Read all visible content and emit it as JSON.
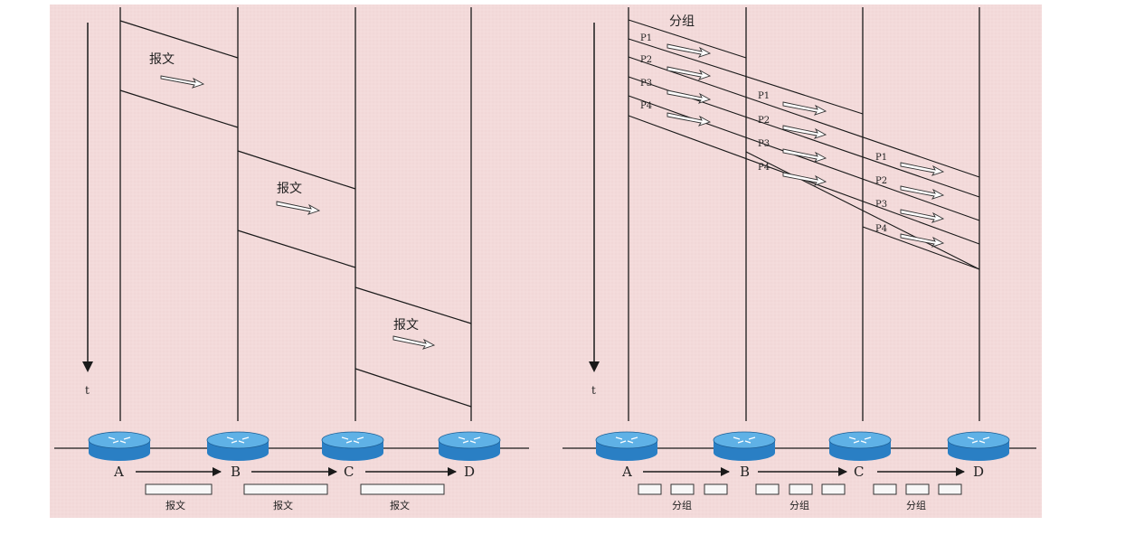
{
  "left_panel": {
    "time_label": "t",
    "message_labels": [
      "报文",
      "报文",
      "报文"
    ],
    "node_labels": [
      "A",
      "B",
      "C",
      "D"
    ],
    "bottom_labels": [
      "报文",
      "报文",
      "报文"
    ]
  },
  "right_panel": {
    "time_label": "t",
    "packet_header": "分组",
    "hops": [
      {
        "packets": [
          "P1",
          "P2",
          "P3",
          "P4"
        ]
      },
      {
        "packets": [
          "P1",
          "P2",
          "P3",
          "P4"
        ]
      },
      {
        "packets": [
          "P1",
          "P2",
          "P3",
          "P4"
        ]
      }
    ],
    "node_labels": [
      "A",
      "B",
      "C",
      "D"
    ],
    "bottom_labels": [
      "分组",
      "分组",
      "分组"
    ]
  },
  "colors": {
    "background": "#f3dada",
    "line": "#1a1a1a",
    "router": "#2a7fc4",
    "router_top": "#5fb1e6"
  }
}
